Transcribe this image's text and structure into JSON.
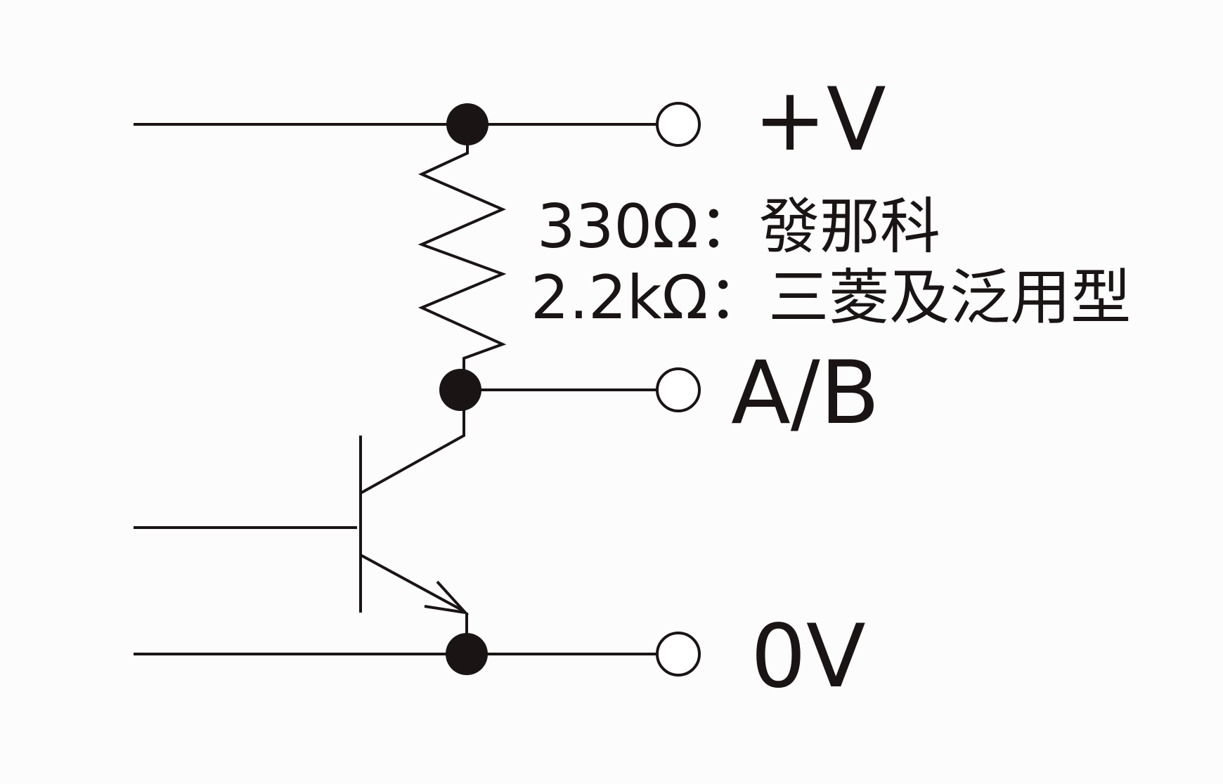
{
  "diagram": {
    "terminals": {
      "supply": "+V",
      "output": "A/B",
      "ground": "0V"
    },
    "resistor_notes": [
      "330Ω：發那科",
      "2.2kΩ：三菱及泛用型"
    ]
  },
  "colors": {
    "line": "#1a1414",
    "background": "#fcfcfc"
  }
}
